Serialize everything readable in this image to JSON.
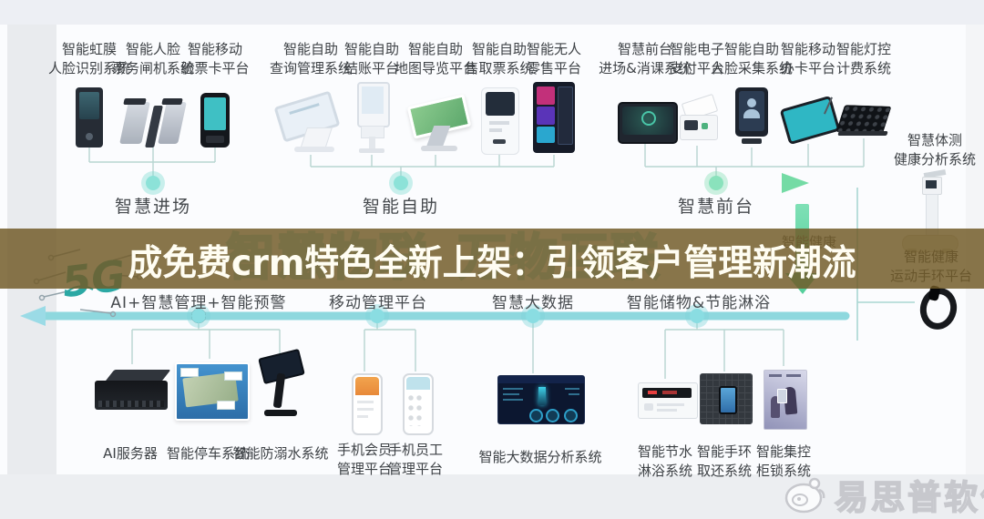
{
  "banner": {
    "text": "成免费crm特色全新上架：引领客户管理新潮流",
    "bg": "#8b774a",
    "text_color": "#fffdf2"
  },
  "ghost": {
    "left": "智慧物联",
    "right": "万物互联",
    "health": "智能健康",
    "five_g": "5G"
  },
  "watermark": {
    "text": "易思普软件"
  },
  "colors": {
    "top_line": "#5ecfd3",
    "top_line_end": "#74dba5",
    "bottom_line": "#8ed8de",
    "node": "#8ce2d8",
    "bracket": "#b7d5d1"
  },
  "top_line_sections": [
    {
      "label": "智慧进场",
      "devices": [
        {
          "name": "iris-face-system",
          "l1": "智能虹膜",
          "l2": "人脸识别系统"
        },
        {
          "name": "face-ticket-gate",
          "l1": "智能人脸",
          "l2": "票务闸机系统"
        },
        {
          "name": "mobile-ticket-check",
          "l1": "智能移动",
          "l2": "验票卡平台"
        }
      ]
    },
    {
      "label": "智能自助",
      "devices": [
        {
          "name": "self-query-kiosk",
          "l1": "智能自助",
          "l2": "查询管理系统"
        },
        {
          "name": "self-checkout",
          "l1": "智能自助",
          "l2": "结账平台"
        },
        {
          "name": "map-guide-kiosk",
          "l1": "智能自助",
          "l2": "地图导览平台"
        },
        {
          "name": "ticket-vending",
          "l1": "智能自助",
          "l2": "售取票系统"
        },
        {
          "name": "unmanned-retail",
          "l1": "智能无人",
          "l2": "零售平台"
        }
      ]
    },
    {
      "label": "智慧前台",
      "devices": [
        {
          "name": "entry-class-system",
          "l1": "智慧前台",
          "l2": "进场&消课系统"
        },
        {
          "name": "e-payment",
          "l1": "智能电子",
          "l2": "支付平台"
        },
        {
          "name": "face-collect",
          "l1": "智能自助",
          "l2": "人脸采集系统"
        },
        {
          "name": "mobile-card",
          "l1": "智能移动",
          "l2": "办卡平台"
        },
        {
          "name": "light-control",
          "l1": "智能灯控",
          "l2": "计费系统"
        }
      ]
    }
  ],
  "bottom_line_sections": [
    {
      "label": "AI+智慧管理+智能预警",
      "devices": [
        {
          "name": "ai-server",
          "l1": "AI服务器"
        },
        {
          "name": "smart-parking",
          "l1": "智能停车系统"
        },
        {
          "name": "anti-drowning",
          "l1": "智能防溺水系统"
        }
      ]
    },
    {
      "label": "移动管理平台",
      "devices": [
        {
          "name": "member-app-phone",
          "l1": "手机会员",
          "l2": "管理平台"
        },
        {
          "name": "staff-app-phone",
          "l1": "手机员工",
          "l2": "管理平台"
        }
      ]
    },
    {
      "label": "智慧大数据",
      "devices": [
        {
          "name": "bigdata-analysis",
          "l1": "智能大数据分析系统"
        }
      ]
    },
    {
      "label": "智能储物&节能淋浴",
      "devices": [
        {
          "name": "water-saving-shower",
          "l1": "智能节水",
          "l2": "淋浴系统"
        },
        {
          "name": "band-return-system",
          "l1": "智能手环",
          "l2": "取还系统"
        },
        {
          "name": "cabinet-lock-system",
          "l1": "智能集控",
          "l2": "柜锁系统"
        }
      ]
    }
  ],
  "right_column": [
    {
      "name": "body-test-system",
      "l1": "智慧体测",
      "l2": "健康分析系统"
    },
    {
      "name": "health-band",
      "l1": "智能健康",
      "l2": "运动手环平台"
    }
  ]
}
